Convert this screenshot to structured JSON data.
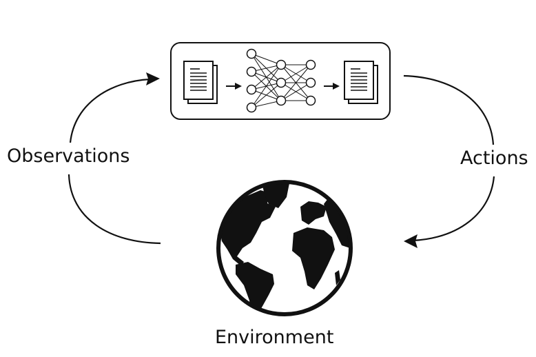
{
  "labels": {
    "observations": "Observations",
    "actions": "Actions",
    "environment": "Environment"
  },
  "icons": {
    "input": "document-icon",
    "model": "neural-network-icon",
    "output": "document-icon",
    "environment": "globe-icon"
  },
  "colors": {
    "ink": "#111111",
    "background": "#ffffff"
  }
}
